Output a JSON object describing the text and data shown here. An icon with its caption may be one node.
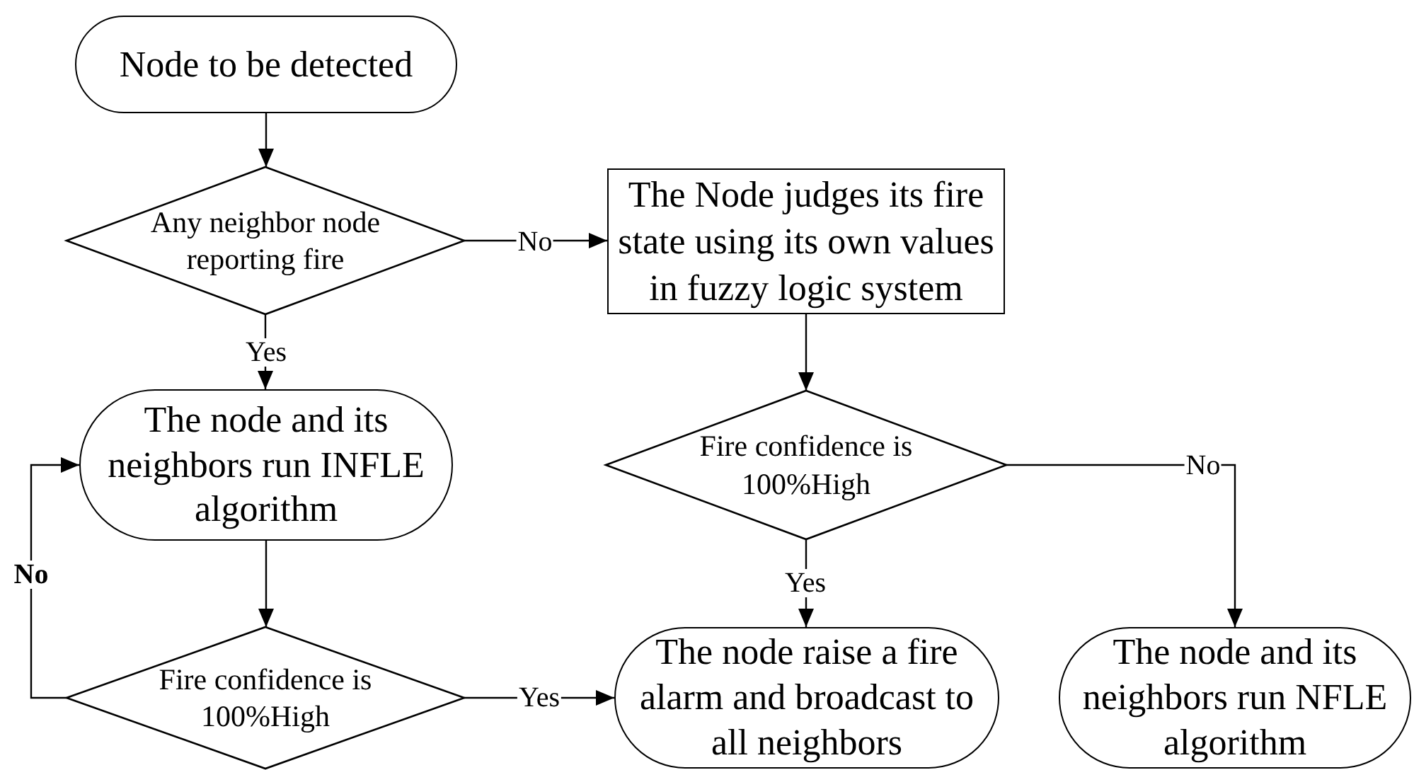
{
  "diagram": {
    "nodes": [
      {
        "text": [
          "Node to be detected"
        ]
      },
      {
        "text": [
          "Any neighbor node reporting fire"
        ]
      },
      {
        "text": [
          "The Node judges its fire state using its own values in fuzzy logic system"
        ]
      },
      {
        "text": [
          "The node and its neighbors run INFLE algorithm"
        ]
      },
      {
        "text": [
          "Fire confidence is 100%High"
        ]
      },
      {
        "text": [
          "Fire confidence is 100%High"
        ]
      },
      {
        "text": [
          "The node raise a fire alarm and broadcast to all neighbors"
        ]
      },
      {
        "text": [
          "The node and its neighbors run NFLE algorithm"
        ]
      }
    ],
    "edges": [
      {
        "from": 0,
        "to": 1,
        "arrow": "to"
      },
      {
        "from": 1,
        "to": 2,
        "arrow": "to",
        "label": "No"
      },
      {
        "from": 1,
        "to": 3,
        "arrow": "to",
        "label": "Yes"
      },
      {
        "from": 2,
        "to": 4,
        "arrow": "to"
      },
      {
        "from": 3,
        "to": 5,
        "arrow": "to"
      },
      {
        "from": 5,
        "to": 3,
        "arrow": "to",
        "label": "No"
      },
      {
        "from": 5,
        "to": 6,
        "arrow": "to",
        "label": "Yes"
      },
      {
        "from": 4,
        "to": 6,
        "arrow": "to",
        "label": "Yes"
      },
      {
        "from": 4,
        "to": 7,
        "arrow": "to",
        "label": "No"
      }
    ]
  }
}
